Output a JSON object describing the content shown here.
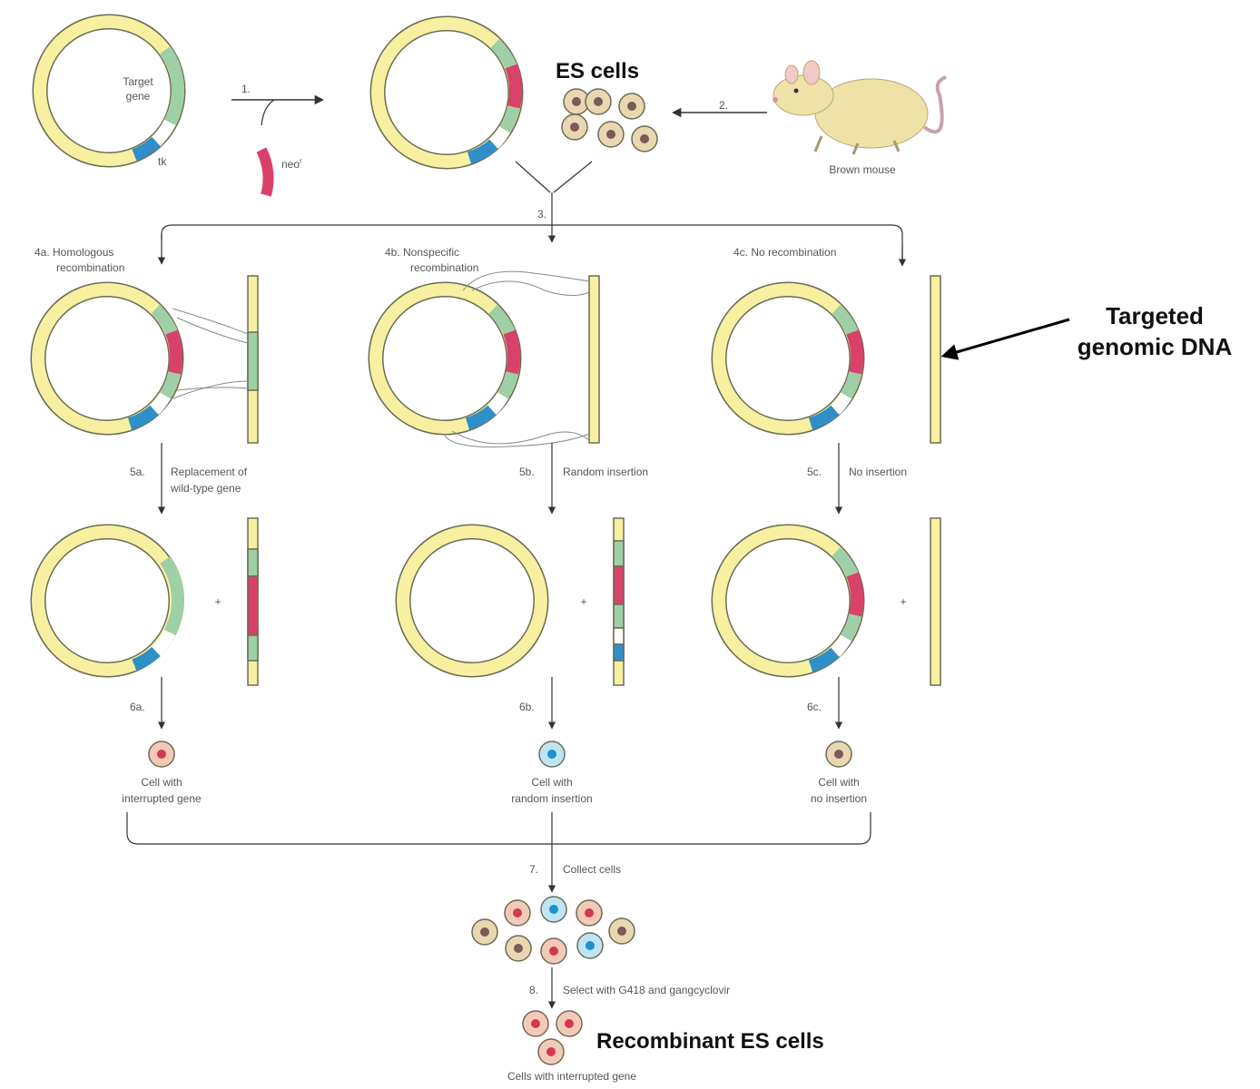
{
  "labels": {
    "target_gene_line1": "Target",
    "target_gene_line2": "gene",
    "tk": "tk",
    "step1": "1.",
    "neo": "neo",
    "neo_sup": "r",
    "es_cells": "ES cells",
    "step2": "2.",
    "brown_mouse": "Brown mouse",
    "step3": "3.",
    "step4a_line1": "4a. Homologous",
    "step4a_line2": "recombination",
    "step4b_line1": "4b. Nonspecific",
    "step4b_line2": "recombination",
    "step4c": "4c. No recombination",
    "targeted_line1": "Targeted",
    "targeted_line2": "genomic DNA",
    "step5a_num": "5a.",
    "step5a_line1": "Replacement of",
    "step5a_line2": "wild-type gene",
    "step5b_num": "5b.",
    "step5b_text": "Random insertion",
    "step5c_num": "5c.",
    "step5c_text": "No insertion",
    "plus": "+",
    "step6a": "6a.",
    "step6b": "6b.",
    "step6c": "6c.",
    "cell6a_line1": "Cell with",
    "cell6a_line2": "interrupted gene",
    "cell6b_line1": "Cell with",
    "cell6b_line2": "random insertion",
    "cell6c_line1": "Cell with",
    "cell6c_line2": "no insertion",
    "step7_num": "7.",
    "step7_text": "Collect cells",
    "step8_num": "8.",
    "step8_text": "Select with G418 and gangcyclovir",
    "recombinant": "Recombinant ES cells",
    "cells_interrupted": "Cells with interrupted gene"
  },
  "colors": {
    "yellow": "#f6f0a0",
    "green": "#9fcfa6",
    "red": "#d8426a",
    "blue": "#2f8fc8",
    "white": "#ffffff",
    "outline": "#6b6b55",
    "brown_cell": "#e8d7b0",
    "brown_nucleus": "#7a5a5a",
    "red_cell": "#f5c9b8",
    "red_nucleus": "#d23a4c",
    "blue_cell": "#bfe5f5",
    "blue_nucleus": "#1e8fd0",
    "mouse_body": "#eee2a8",
    "mouse_tail": "#c9a0aa"
  }
}
